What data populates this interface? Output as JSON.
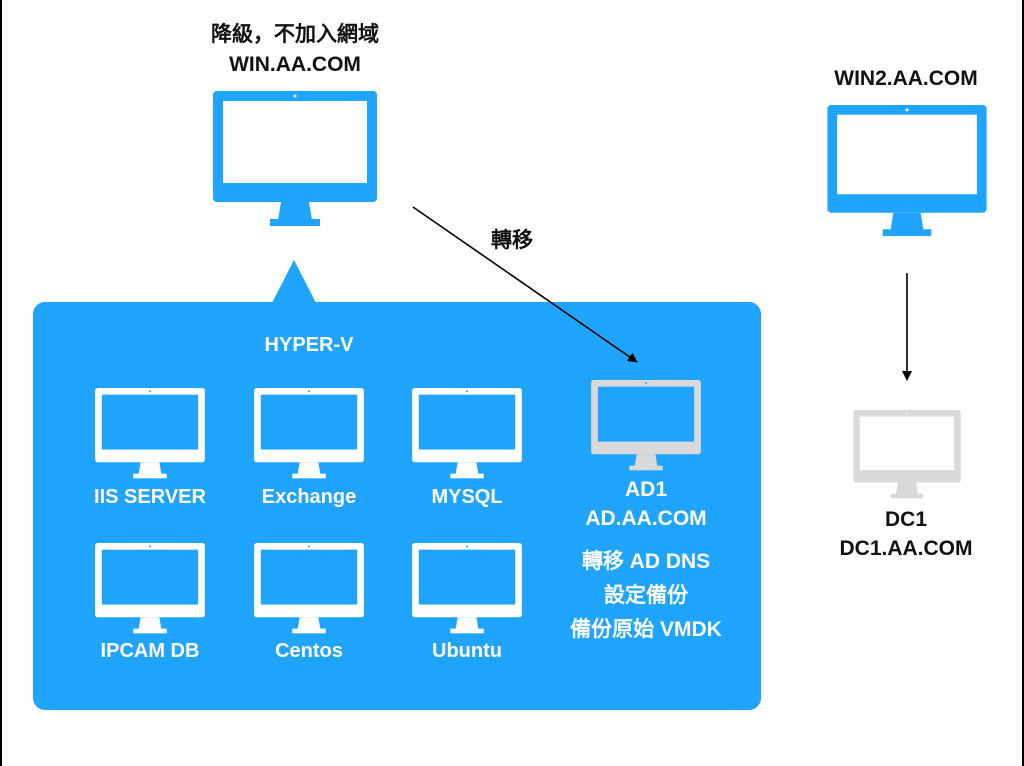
{
  "colors": {
    "accent": "#1fa4ff",
    "inactive_monitor": "#d9d9d9",
    "text_dark": "#111111",
    "text_light": "#ffffff"
  },
  "top_host": {
    "note": "降級，不加入網域",
    "hostname": "WIN.AA.COM",
    "icon": "monitor-icon"
  },
  "transfer_label": "轉移",
  "hyperv": {
    "title": "HYPER-V",
    "vms": [
      {
        "label": "IIS SERVER"
      },
      {
        "label": "Exchange"
      },
      {
        "label": "MYSQL"
      },
      {
        "label": "IPCAM DB"
      },
      {
        "label": "Centos"
      },
      {
        "label": "Ubuntu"
      }
    ],
    "ad": {
      "name": "AD1",
      "hostname": "AD.AA.COM",
      "tasks": [
        "轉移 AD DNS",
        "設定備份",
        "備份原始 VMDK"
      ]
    }
  },
  "right_host": {
    "hostname": "WIN2.AA.COM",
    "icon": "monitor-icon"
  },
  "dc": {
    "name": "DC1",
    "hostname": "DC1.AA.COM"
  }
}
